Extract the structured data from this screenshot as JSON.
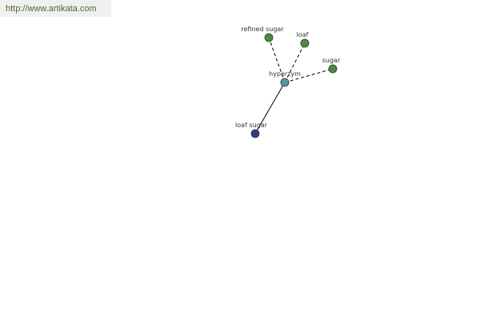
{
  "source_link": "http://www.artikata.com",
  "colors": {
    "link_text": "#4a6c2c",
    "leaf_node": "#4e8a3e",
    "center_node": "#4f9a9a",
    "loaf_sugar_node": "#2e3d8a"
  },
  "graph": {
    "center": {
      "label": "hyperzym"
    },
    "nodes": [
      {
        "label": "refined sugar",
        "edge": "dashed"
      },
      {
        "label": "loaf",
        "edge": "dashed"
      },
      {
        "label": "sugar",
        "edge": "dashed"
      },
      {
        "label": "loaf sugar",
        "edge": "solid"
      }
    ]
  }
}
